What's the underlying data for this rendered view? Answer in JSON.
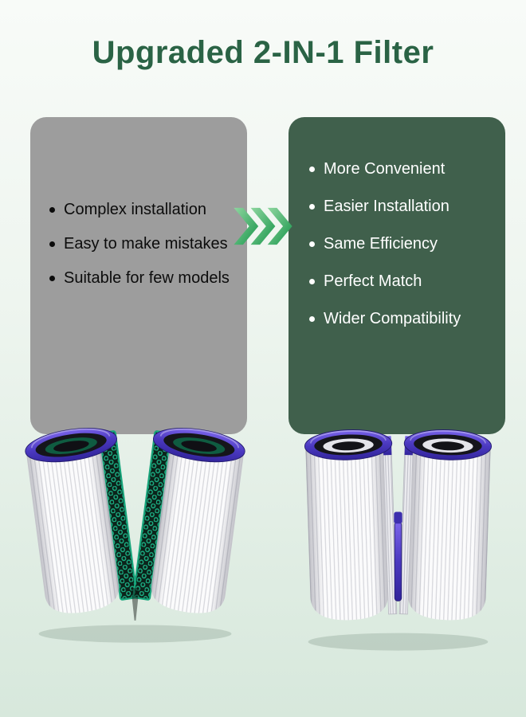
{
  "title": "Upgraded 2-IN-1 Filter",
  "old_card": {
    "points": [
      "Complex installation",
      "Easy to make mistakes",
      "Suitable for few models"
    ]
  },
  "new_card": {
    "points": [
      "More Convenient",
      "Easier Installation",
      "Same Efficiency",
      "Perfect Match",
      "Wider Compatibility"
    ]
  },
  "arrow": {
    "icon": "triple-chevron-right"
  },
  "images": {
    "old_filter": "split-filter-with-carbon-honeycomb-layer",
    "new_filter": "two-in-one-hepa-filter-halves"
  },
  "colors": {
    "title_green": "#2a6345",
    "old_card_bg": "#9d9d9d",
    "new_card_bg": "#40604c",
    "arrow_green": "#2ca355",
    "filter_cap_purple": "#4b39c0",
    "carbon_teal": "#1cb286"
  }
}
